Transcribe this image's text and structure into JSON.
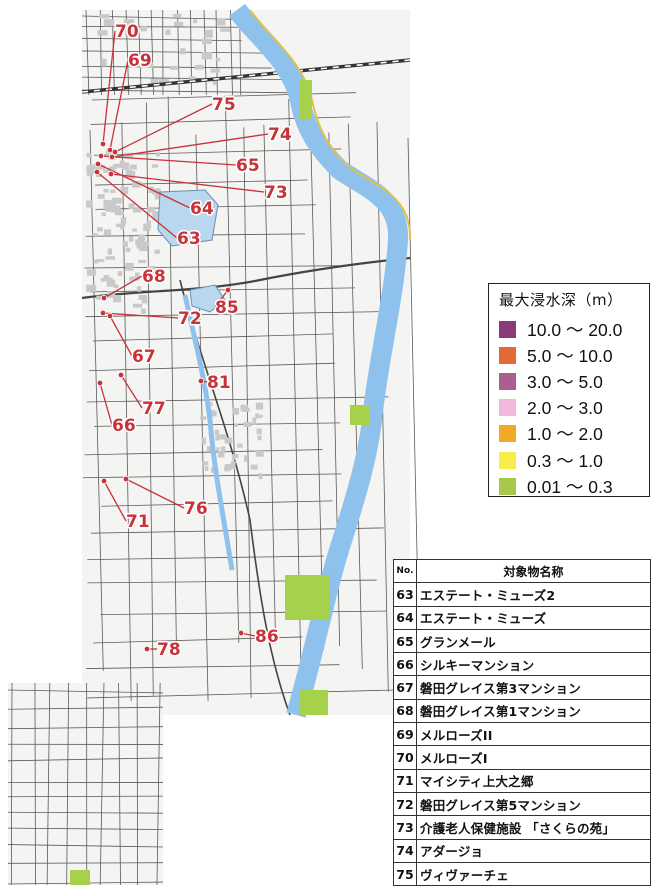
{
  "legend": {
    "title": "最大浸水深（m）",
    "items": [
      {
        "range": "10.0 ～ 20.0",
        "color": "#8b3a7a"
      },
      {
        "range": "5.0 ～ 10.0",
        "color": "#e06a3a"
      },
      {
        "range": "3.0 ～ 5.0",
        "color": "#a9608f"
      },
      {
        "range": "2.0 ～ 3.0",
        "color": "#f0b8dc"
      },
      {
        "range": "1.0 ～ 2.0",
        "color": "#f2a928"
      },
      {
        "range": "0.3 ～ 1.0",
        "color": "#f6ee4a"
      },
      {
        "range": "0.01 ～ 0.3",
        "color": "#a6c74a"
      }
    ]
  },
  "table": {
    "header_no": "No.",
    "header_name": "対象物名称",
    "rows": [
      {
        "no": "63",
        "name": "エステート・ミューズ2"
      },
      {
        "no": "64",
        "name": "エステート・ミューズ"
      },
      {
        "no": "65",
        "name": "グランメール"
      },
      {
        "no": "66",
        "name": "シルキーマンション"
      },
      {
        "no": "67",
        "name": "磐田グレイス第3マンション"
      },
      {
        "no": "68",
        "name": "磐田グレイス第1マンション"
      },
      {
        "no": "69",
        "name": "メルローズII"
      },
      {
        "no": "70",
        "name": "メルローズI"
      },
      {
        "no": "71",
        "name": "マイシティ上大之郷"
      },
      {
        "no": "72",
        "name": "磐田グレイス第5マンション"
      },
      {
        "no": "73",
        "name": "介護老人保健施設 「さくらの苑」"
      },
      {
        "no": "74",
        "name": "アダージョ"
      },
      {
        "no": "75",
        "name": "ヴィヴァーチェ"
      }
    ]
  },
  "map_labels": [
    "70",
    "69",
    "75",
    "74",
    "65",
    "73",
    "64",
    "63",
    "68",
    "85",
    "72",
    "67",
    "81",
    "77",
    "66",
    "76",
    "71",
    "86",
    "78"
  ]
}
